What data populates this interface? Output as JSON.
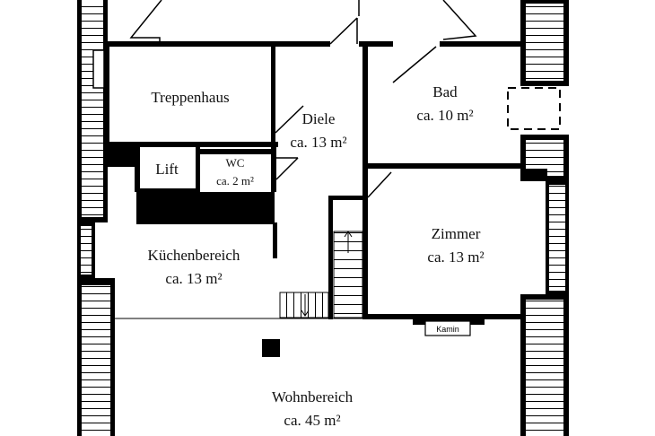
{
  "floorplan": {
    "rooms": {
      "treppenhaus": {
        "name": "Treppenhaus",
        "area": ""
      },
      "lift": {
        "name": "Lift",
        "area": ""
      },
      "wc": {
        "name": "WC",
        "area": "ca. 2 m²"
      },
      "diele": {
        "name": "Diele",
        "area": "ca. 13 m²"
      },
      "bad": {
        "name": "Bad",
        "area": "ca. 10 m²"
      },
      "zimmer": {
        "name": "Zimmer",
        "area": "ca. 13 m²"
      },
      "kueche": {
        "name": "Küchenbereich",
        "area": "ca. 13 m²"
      },
      "wohnbereich": {
        "name": "Wohnbereich",
        "area": "ca. 45 m²"
      }
    },
    "fixtures": {
      "kamin": "Kamin"
    },
    "colors": {
      "wall": "#000000",
      "background": "#ffffff"
    }
  }
}
